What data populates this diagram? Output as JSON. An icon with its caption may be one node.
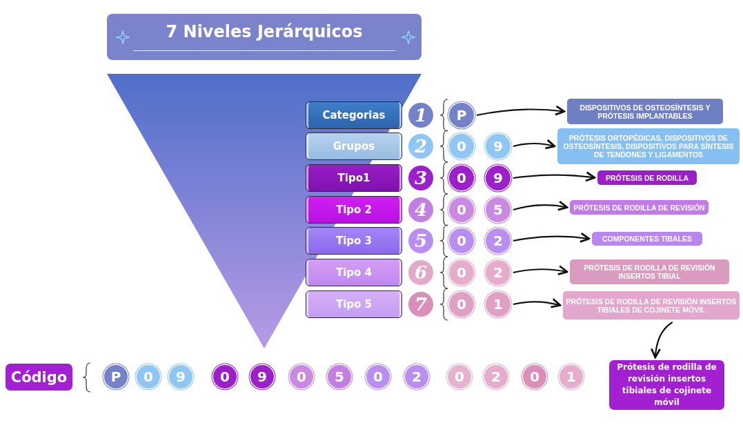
{
  "diagram": {
    "title": "7 Niveles Jerárquicos",
    "nodes": [
      {
        "text": [
          "Categorias"
        ]
      },
      {
        "text": [
          "1"
        ]
      },
      {
        "text": [
          "P"
        ]
      },
      {
        "text": [
          "DISPOSITIVOS DE OSTEOSÍNTESIS Y PRÓTESIS IMPLANTABLES"
        ]
      },
      {
        "text": [
          "Grupos"
        ]
      },
      {
        "text": [
          "2"
        ]
      },
      {
        "text": [
          "0"
        ]
      },
      {
        "text": [
          "9"
        ]
      },
      {
        "text": [
          "PRÓTESIS ORTOPÉDICAS, DISPOSITIVOS DE OSTEOSÍNTESIS, DISPOSITIVOS PARA SÍNTESIS DE TENDONES Y LIGAMENTOS"
        ]
      },
      {
        "text": [
          "Tipo1"
        ]
      },
      {
        "text": [
          "3"
        ]
      },
      {
        "text": [
          "0"
        ]
      },
      {
        "text": [
          "9"
        ]
      },
      {
        "text": [
          "PRÓTESIS DE RODILLA"
        ]
      },
      {
        "text": [
          "Tipo 2"
        ]
      },
      {
        "text": [
          "4"
        ]
      },
      {
        "text": [
          "0"
        ]
      },
      {
        "text": [
          "5"
        ]
      },
      {
        "text": [
          "PRÓTESIS DE RODILLA DE REVISIÓN"
        ]
      },
      {
        "text": [
          "Tipo 3"
        ]
      },
      {
        "text": [
          "5"
        ]
      },
      {
        "text": [
          "0"
        ]
      },
      {
        "text": [
          "2"
        ]
      },
      {
        "text": [
          "COMPONENTES TIBALES"
        ]
      },
      {
        "text": [
          "Tipo 4"
        ]
      },
      {
        "text": [
          "6"
        ]
      },
      {
        "text": [
          "0"
        ]
      },
      {
        "text": [
          "2"
        ]
      },
      {
        "text": [
          "PRÓTESIS DE RODILLA DE REVISIÓN INSERTOS TIBIAL"
        ]
      },
      {
        "text": [
          "Tipo 5"
        ]
      },
      {
        "text": [
          "7"
        ]
      },
      {
        "text": [
          "0"
        ]
      },
      {
        "text": [
          "1"
        ]
      },
      {
        "text": [
          "PRÓTESIS DE RODILLA DE REVISIÓN INSERTOS TIBIALES DE COJINETE MÓVIL"
        ]
      },
      {
        "text": [
          "Código"
        ]
      },
      {
        "text": [
          "P"
        ]
      },
      {
        "text": [
          "0"
        ]
      },
      {
        "text": [
          "9"
        ]
      },
      {
        "text": [
          "0"
        ]
      },
      {
        "text": [
          "9"
        ]
      },
      {
        "text": [
          "0"
        ]
      },
      {
        "text": [
          "5"
        ]
      },
      {
        "text": [
          "0"
        ]
      },
      {
        "text": [
          "2"
        ]
      },
      {
        "text": [
          "0"
        ]
      },
      {
        "text": [
          "2"
        ]
      },
      {
        "text": [
          "0"
        ]
      },
      {
        "text": [
          "1"
        ]
      },
      {
        "text": [
          "Prótesis de rodilla de revisión insertos tibiales de cojinete móvil"
        ]
      }
    ],
    "edges": [
      {
        "from": 2,
        "to": 3,
        "arrow": "to"
      },
      {
        "from": 7,
        "to": 8,
        "arrow": "to"
      },
      {
        "from": 12,
        "to": 13,
        "arrow": "to"
      },
      {
        "from": 17,
        "to": 18,
        "arrow": "to"
      },
      {
        "from": 22,
        "to": 23,
        "arrow": "to"
      },
      {
        "from": 27,
        "to": 28,
        "arrow": "to"
      },
      {
        "from": 32,
        "to": 33,
        "arrow": "to"
      },
      {
        "from": 33,
        "to": 48,
        "arrow": "to"
      }
    ]
  }
}
